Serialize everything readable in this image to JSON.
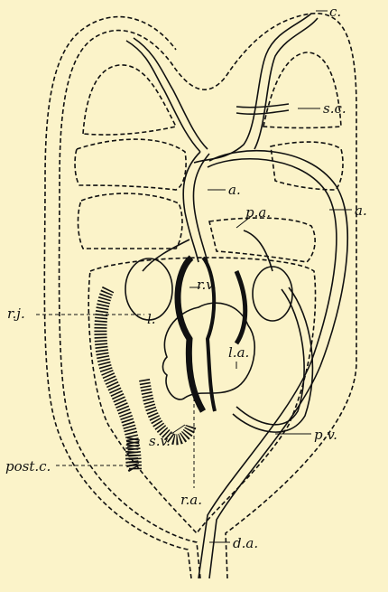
{
  "labels": {
    "c": "c.",
    "sc": "s.c.",
    "a_center": "a.",
    "pa": "p.a.",
    "a_right": "a.",
    "rv": "r.v.",
    "rj": "r.j.",
    "l": "l.",
    "la": "l.a.",
    "pv": "p.v.",
    "sv": "s.v.",
    "postc": "post.c.",
    "ra": "r.a.",
    "da": "d.a."
  }
}
